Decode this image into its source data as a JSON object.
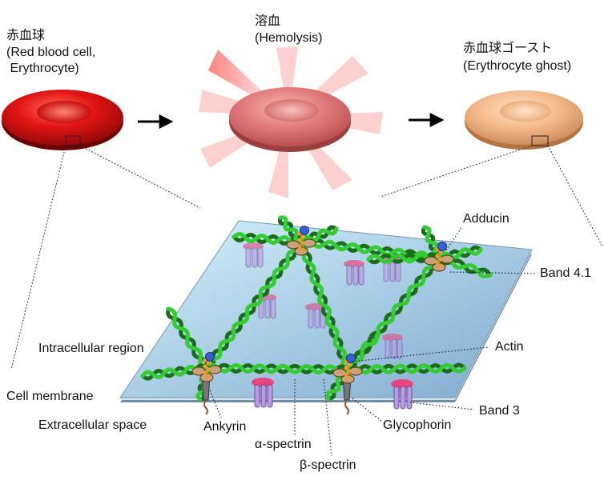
{
  "stages": [
    {
      "name_jp": "赤血球",
      "name_en_1": "(Red blood cell,",
      "name_en_2": " Erythrocyte)"
    },
    {
      "name_jp": "溶血",
      "name_en_1": "(Hemolysis)"
    },
    {
      "name_jp": "赤血球ゴースト",
      "name_en_1": "(Erythrocyte ghost)"
    }
  ],
  "regions": {
    "intracellular": "Intracellular region",
    "membrane": "Cell membrane",
    "extracellular": "Extracellular space"
  },
  "components": {
    "adducin": "Adducin",
    "band41": "Band 4.1",
    "actin": "Actin",
    "band3": "Band 3",
    "glycophorin": "Glycophorin",
    "ankyrin": "Ankyrin",
    "alpha_spectrin": "α-spectrin",
    "beta_spectrin": "β-spectrin"
  },
  "colors": {
    "rbc": "#d80f0f",
    "hemolysis": "#e67b7b",
    "ghost": "#f3b98a",
    "membrane_top": "#bfe8f5",
    "membrane_bottom": "#8fb8d8",
    "spectrin_light": "#33cc33",
    "spectrin_dark": "#1a6e1a",
    "band3": "#e8467f",
    "adducin": "#3a5fd9"
  }
}
